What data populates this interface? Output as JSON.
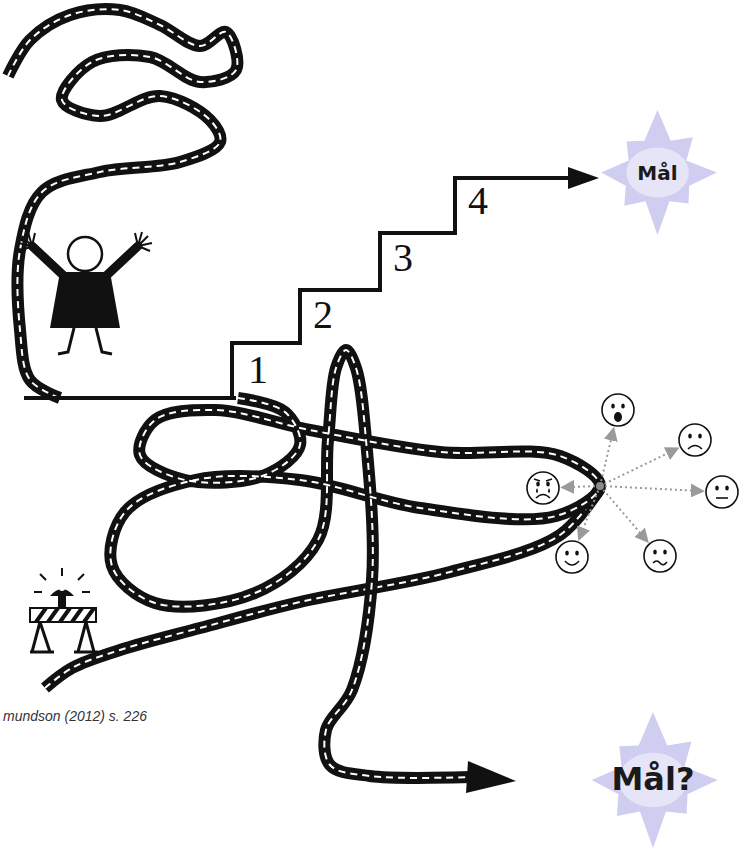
{
  "diagram": {
    "nodes": [
      {
        "text": [
          "Mål"
        ]
      },
      {
        "text": [
          "Mål?"
        ]
      }
    ],
    "labels": [
      "1",
      "2",
      "3",
      "4",
      "mundson (2012) s. 226"
    ]
  }
}
